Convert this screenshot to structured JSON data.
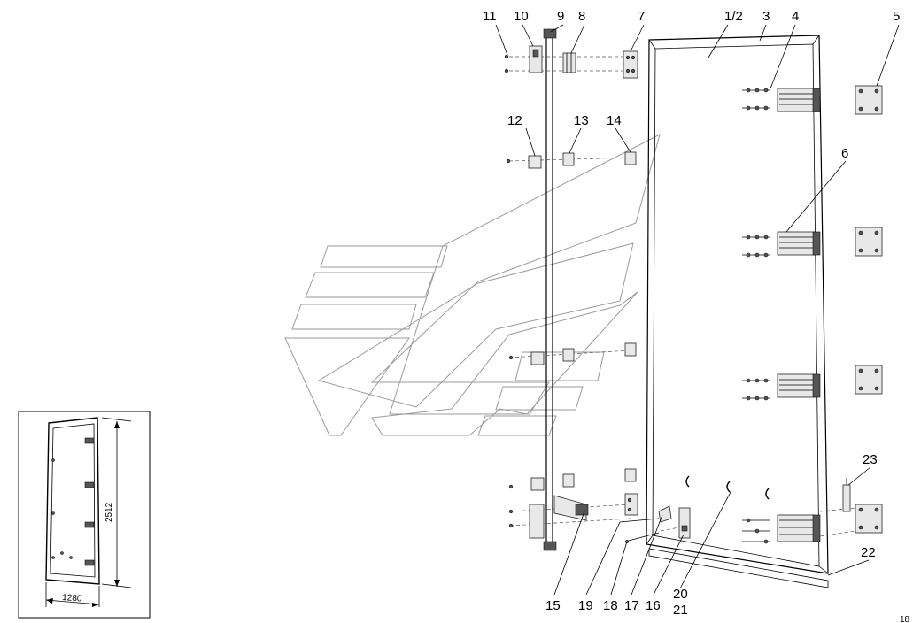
{
  "callouts": [
    {
      "id": "11",
      "text": "11"
    },
    {
      "id": "10",
      "text": "10"
    },
    {
      "id": "9",
      "text": "9"
    },
    {
      "id": "8",
      "text": "8"
    },
    {
      "id": "7",
      "text": "7"
    },
    {
      "id": "1-2",
      "text": "1/2"
    },
    {
      "id": "3",
      "text": "3"
    },
    {
      "id": "4",
      "text": "4"
    },
    {
      "id": "5",
      "text": "5"
    },
    {
      "id": "6",
      "text": "6"
    },
    {
      "id": "12",
      "text": "12"
    },
    {
      "id": "13",
      "text": "13"
    },
    {
      "id": "14",
      "text": "14"
    },
    {
      "id": "23",
      "text": "23"
    },
    {
      "id": "22",
      "text": "22"
    },
    {
      "id": "15",
      "text": "15"
    },
    {
      "id": "19",
      "text": "19"
    },
    {
      "id": "18",
      "text": "18"
    },
    {
      "id": "17",
      "text": "17"
    },
    {
      "id": "16",
      "text": "16"
    },
    {
      "id": "20",
      "text": "20"
    },
    {
      "id": "21",
      "text": "21"
    }
  ],
  "dimensions": {
    "height": "2512",
    "width": "1280"
  },
  "corner_mark": "18"
}
